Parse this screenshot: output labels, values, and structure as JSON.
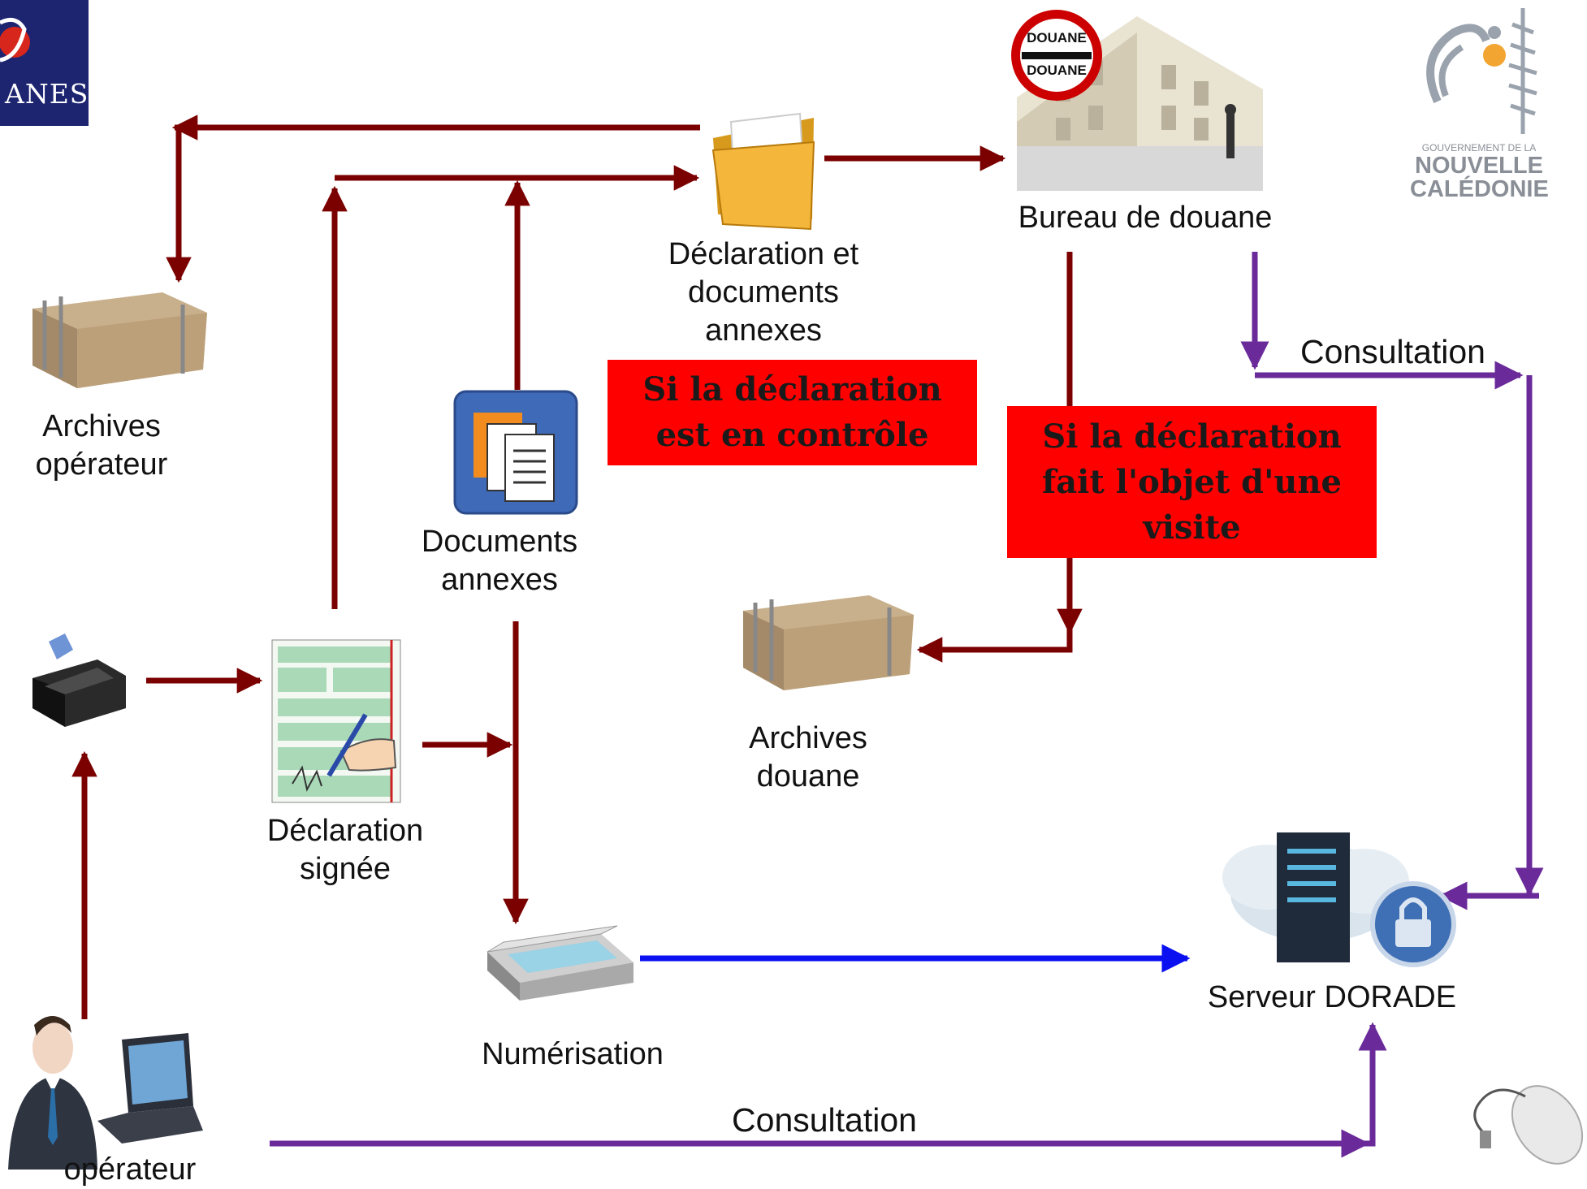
{
  "logos": {
    "douanes_text": "ANES",
    "nouvelle_caledonie": {
      "line1": "GOUVERNEMENT DE LA",
      "line2": "NOUVELLE",
      "line3": "CALÉDONIE"
    }
  },
  "nodes": {
    "bureau_de_douane": "Bureau de douane",
    "douane_sign_top": "DOUANE",
    "douane_sign_bottom": "DOUANE",
    "declaration_et_documents_annexes": "Déclaration et\ndocuments\nannexes",
    "archives_operateur": "Archives\nopérateur",
    "documents_annexes": "Documents\nannexes",
    "declaration_signee": "Déclaration\nsignée",
    "archives_douane": "Archives\ndouane",
    "numerisation": "Numérisation",
    "serveur_dorade": "Serveur DORADE",
    "operateur": "opérateur"
  },
  "edges": {
    "consultation_douane": "Consultation",
    "consultation_operateur": "Consultation"
  },
  "conditions": {
    "en_controle": "Si la déclaration\nest en contrôle",
    "visite": "Si la déclaration\nfait l'objet d'une\nvisite"
  },
  "colors": {
    "flow_arrow": "#7b0000",
    "scan_arrow": "#0a10f0",
    "consultation_arrow": "#6a2a9a",
    "condition_box": "#ff0000",
    "logo_left_bg": "#1d2570"
  }
}
